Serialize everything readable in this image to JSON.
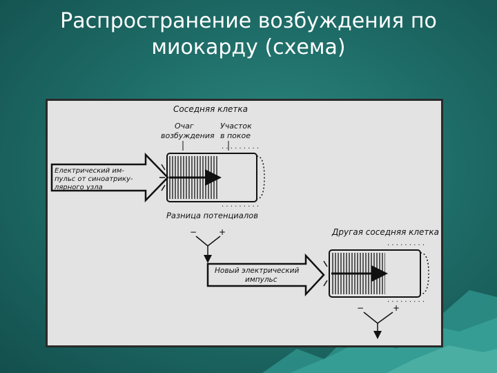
{
  "title": {
    "line1": "Распространение  возбуждения по",
    "line2": "миокарду (схема)"
  },
  "diagram": {
    "cell1": {
      "header": "Соседняя клетка",
      "focus_line1": "Очаг",
      "focus_line2": "возбуждения",
      "rest_line1": "Участок",
      "rest_line2": "в покое"
    },
    "input_arrow": {
      "line1": "Електрический им-",
      "line2": "пульс от синоатрику-",
      "line3": "лярного узла"
    },
    "potential_label": "Разница потенциалов",
    "second_arrow": {
      "line1": "Новый электрический",
      "line2": "импульс"
    },
    "cell2": {
      "header": "Другая соседняя клетка"
    },
    "minus_sign": "−",
    "plus_sign": "+"
  },
  "colors": {
    "background": "#1f6e69",
    "panel": "#e3e3e3",
    "ink": "#111111",
    "mountain": "#3aa39a"
  }
}
